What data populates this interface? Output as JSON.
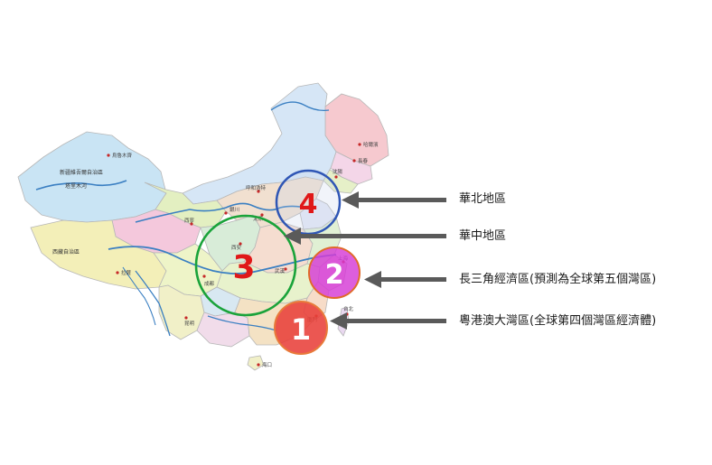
{
  "colors": {
    "region_4_ring": "#2f56b5",
    "region_3_ring": "#1aa33a",
    "region_2_fill": "#d63ad6",
    "region_1_fill": "#e8403a",
    "number_red": "#e01818",
    "number_white": "#ffffff",
    "arrow": "#5a5a5a",
    "river": "#3a7fc2"
  },
  "regions": [
    {
      "number": "4",
      "label": "華北地區"
    },
    {
      "number": "",
      "label": "華中地區"
    },
    {
      "number": "2",
      "label": "長三角經濟區(預測為全球第五個灣區)"
    },
    {
      "number": "1",
      "label": "粵港澳大灣區(全球第四個灣區經濟體)"
    }
  ],
  "region_3": {
    "number": "3"
  },
  "map_text": {
    "xinjiang": "新疆維吾爾自治區",
    "urumqi": "烏魯木齊",
    "tarim": "塔里木河",
    "tibet": "西藏自治區",
    "lhasa": "拉薩",
    "harbin": "哈爾濱",
    "changchun": "長春",
    "shenyang": "沈陽",
    "hohhot": "呼和浩特",
    "taiyuan": "太原",
    "xining": "西寧",
    "yinchuan": "銀川",
    "xian": "西安",
    "chengdu": "成都",
    "wuhan": "武漢",
    "shanghai": "上海",
    "kunming": "昆明",
    "taipei": "台北",
    "xiamen": "廈門",
    "haikou": "海口"
  }
}
